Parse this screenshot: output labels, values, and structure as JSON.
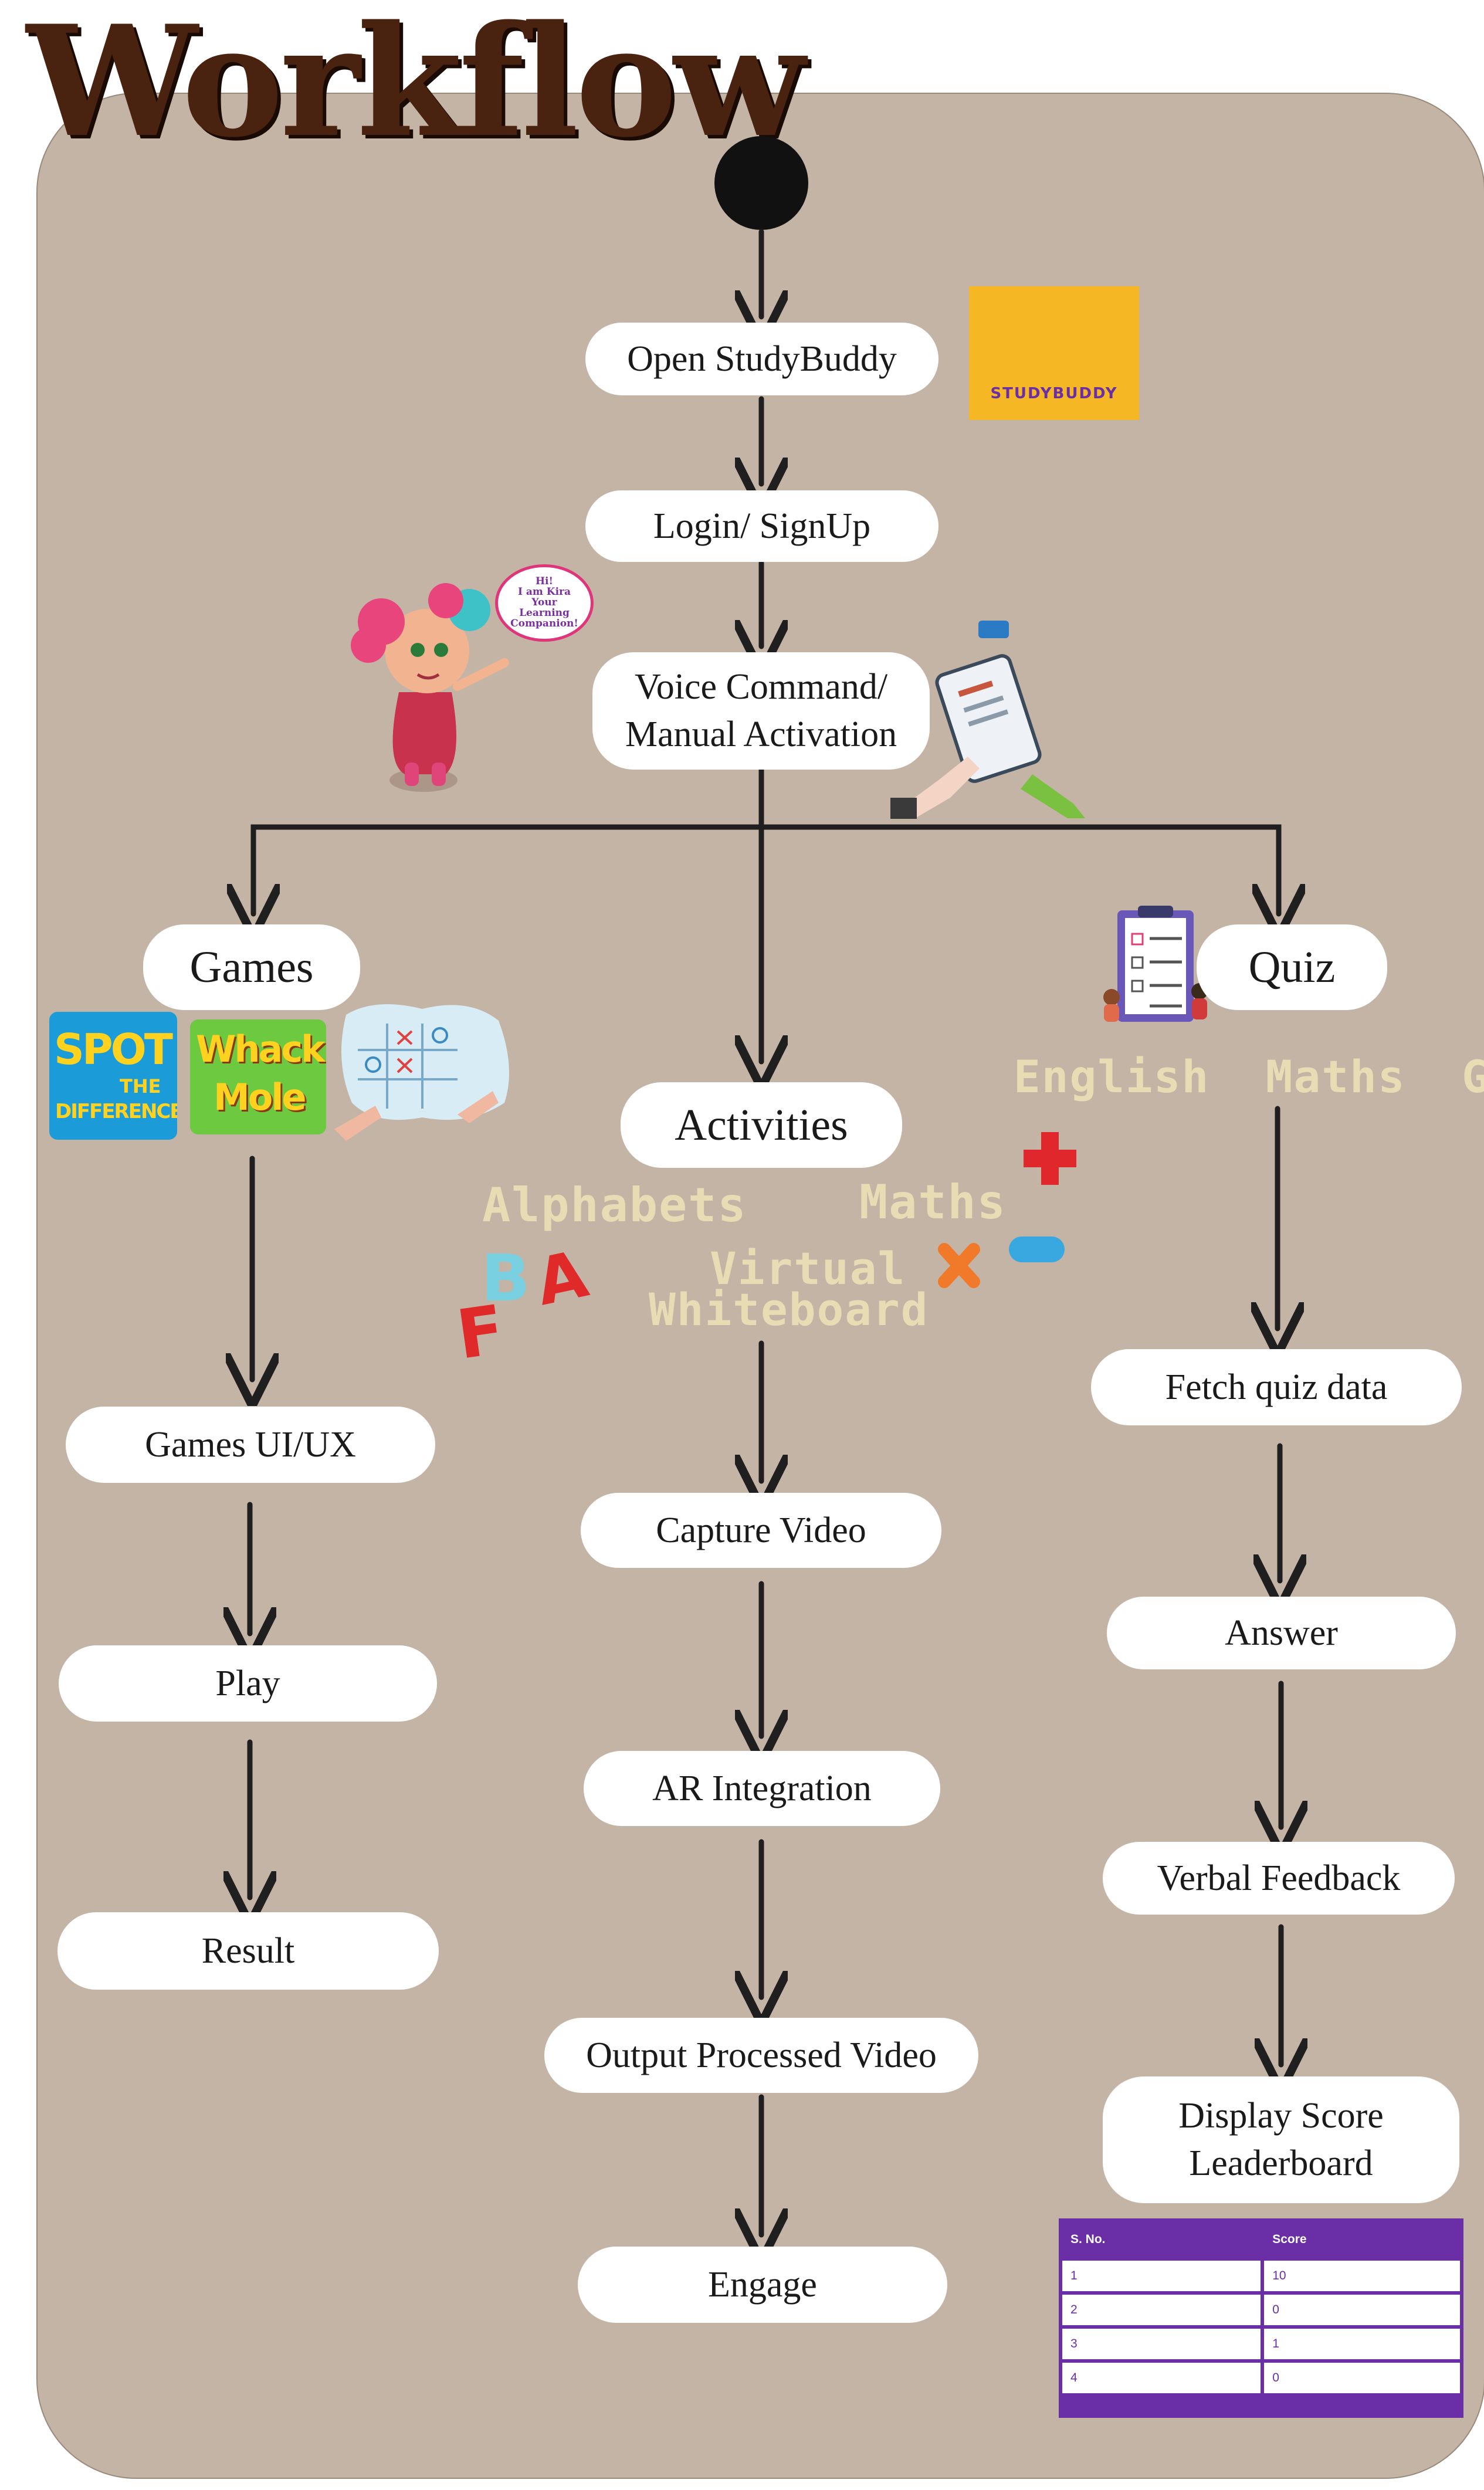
{
  "title": "Workflow",
  "colors": {
    "panel": "#c4b4a5",
    "node": "#ffffff",
    "arrow": "#1f1f1f",
    "title": "#4a2210",
    "table_header": "#6a2fa6"
  },
  "nodes": {
    "open": "Open StudyBuddy",
    "login": "Login/ SignUp",
    "voice": "Voice Command/\nManual Activation",
    "games": "Games",
    "activities": "Activities",
    "quiz": "Quiz",
    "games_ui": "Games UI/UX",
    "play": "Play",
    "result": "Result",
    "capture": "Capture Video",
    "ar": "AR Integration",
    "output": "Output Processed Video",
    "engage": "Engage",
    "fetch": "Fetch quiz data",
    "answer": "Answer",
    "verbal": "Verbal Feedback",
    "display": "Display Score\nLeaderboard"
  },
  "labels": {
    "quiz_subjects": "English  Maths  GK",
    "alphabets": "Alphabets",
    "maths": "Maths",
    "virtual": "Virtual",
    "whiteboard": "Whiteboard"
  },
  "logo": {
    "text": "STUDYBUDDY"
  },
  "kira_bubble": "Hi!\nI am Kira\nYour\nLearning\nCompanion!",
  "game_tiles": {
    "spot": {
      "line1": "SPOT",
      "line2": "THE",
      "line3": "DIFFERENCE"
    },
    "whack": {
      "line1": "Whack",
      "line2": "Mole"
    }
  },
  "letters": {
    "a": "A",
    "b": "B",
    "f": "F"
  },
  "symbols": {
    "plus": "+",
    "times": "×",
    "minus": "−"
  },
  "leaderboard": {
    "headers": [
      "S. No.",
      "Score"
    ],
    "rows": [
      [
        "1",
        "10"
      ],
      [
        "2",
        "0"
      ],
      [
        "3",
        "1"
      ],
      [
        "4",
        "0"
      ]
    ]
  }
}
